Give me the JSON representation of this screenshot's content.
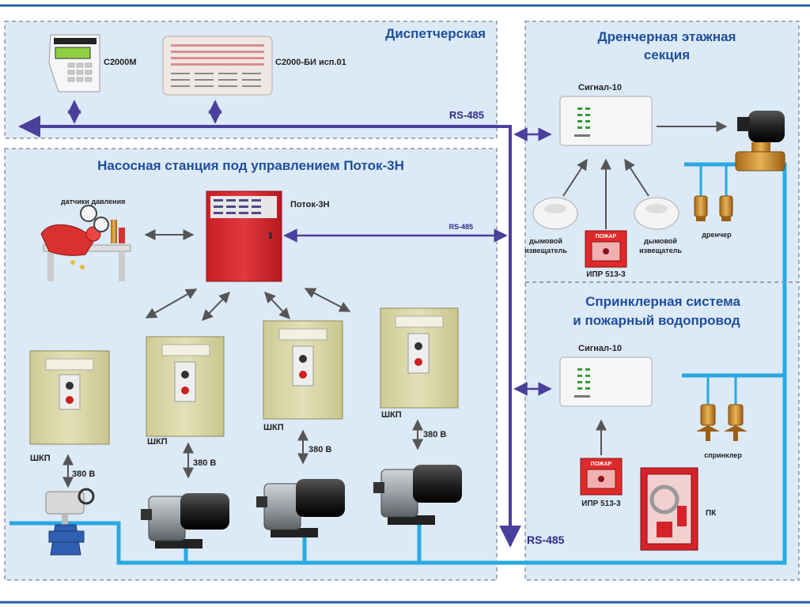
{
  "zones": {
    "dispatch": "Диспетчерская",
    "pump_station": "Насосная станция под управлением Поток-3Н",
    "drencher": {
      "line1": "Дренчерная этажная",
      "line2": "секция"
    },
    "sprinkler": {
      "line1": "Спринклерная система",
      "line2": "и пожарный водопровод"
    }
  },
  "devices": {
    "c2000m": "С2000М",
    "c2000bi": "С2000-БИ исп.01",
    "potok": "Поток-3Н",
    "pressure_sensors": "датчики давления",
    "signal10_top": "Сигнал-10",
    "signal10_bottom": "Сигнал-10",
    "smoke_left": {
      "line1": "дымовой",
      "line2": "извещатель"
    },
    "smoke_right": {
      "line1": "дымовой",
      "line2": "извещатель"
    },
    "ipr_top": "ИПР 513-3",
    "ipr_bottom": "ИПР 513-3",
    "fire_word_top": "ПОЖАР",
    "fire_word_bottom": "ПОЖАР",
    "drencher_label": "дренчер",
    "sprinkler_label": "спринклер",
    "pk": "ПК"
  },
  "cabinets": [
    {
      "label": "ШКП",
      "voltage": "380 В"
    },
    {
      "label": "ШКП",
      "voltage": "380 В"
    },
    {
      "label": "ШКП",
      "voltage": "380 В"
    },
    {
      "label": "ШКП",
      "voltage": "380 В"
    }
  ],
  "bus": {
    "top": "RS-485",
    "middle": "RS-485",
    "bottom": "RS-485"
  },
  "colors": {
    "zone_fill": "#dce9f6",
    "zone_border": "#8a98a8",
    "title_blue": "#1f4e9c",
    "bus_purple": "#4b3f9c",
    "pipe_blue": "#29a9e0",
    "cabinet_beige": "#dcd9a8",
    "potok_red": "#d9272e"
  }
}
